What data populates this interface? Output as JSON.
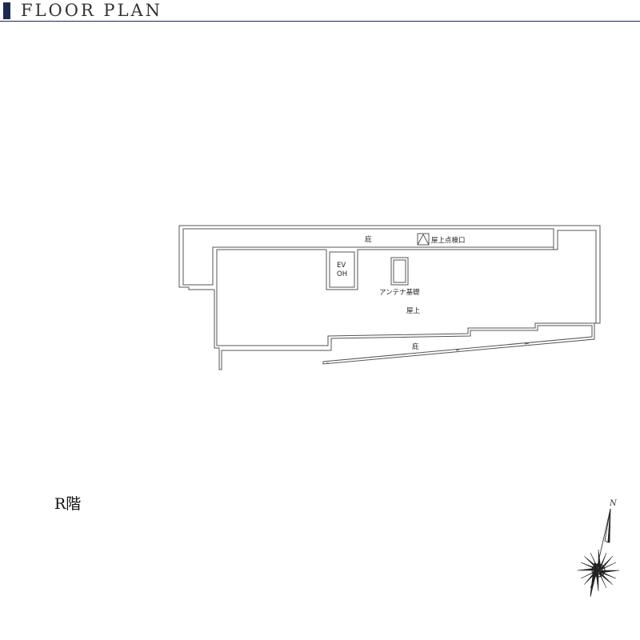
{
  "header": {
    "title": "FLOOR PLAN"
  },
  "plan": {
    "labels": {
      "eaves_top": "庇",
      "roof_hatch": "屋上点検口",
      "ev": "EV",
      "oh": "OH",
      "antenna": "アンテナ基礎",
      "rooftop": "屋上",
      "eaves_bottom": "庇"
    }
  },
  "floor_label": "R階",
  "compass": {
    "north": "N"
  }
}
